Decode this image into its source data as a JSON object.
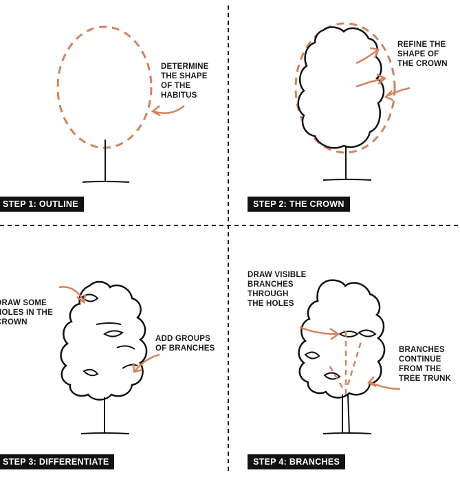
{
  "panels": [
    {
      "step_label": "STEP 1: OUTLINE",
      "notes": [
        "DETERMINE\nTHE SHAPE\nOF THE\nHABITUS"
      ]
    },
    {
      "step_label": "STEP 2: THE CROWN",
      "notes": [
        "REFINE THE\nSHAPE OF\nTHE CROWN"
      ]
    },
    {
      "step_label": "STEP 3: DIFFERENTIATE",
      "notes": [
        "DRAW SOME\nHOLES IN THE\nCROWN",
        "ADD GROUPS\nOF BRANCHES"
      ]
    },
    {
      "step_label": "STEP 4: BRANCHES",
      "notes": [
        "DRAW VISIBLE\nBRANCHES\nTHROUGH\nTHE HOLES",
        "BRANCHES\nCONTINUE\nFROM THE\nTREE TRUNK"
      ]
    }
  ],
  "colors": {
    "accent": "#d4825a",
    "ink": "#111111",
    "background": "#ffffff"
  }
}
